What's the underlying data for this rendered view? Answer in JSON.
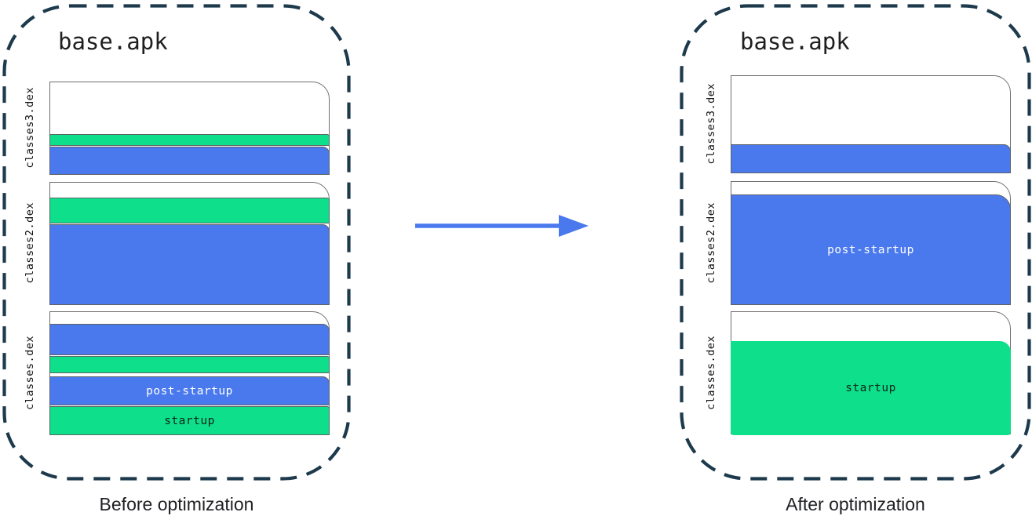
{
  "before": {
    "title": "base.apk",
    "caption": "Before optimization",
    "files": [
      {
        "name": "classes3.dex",
        "bands": [
          {
            "color": "#0ddf8a"
          },
          {
            "color": "#4a79ee"
          }
        ]
      },
      {
        "name": "classes2.dex",
        "bands": [
          {
            "color": "#0ddf8a"
          },
          {
            "color": "#4a79ee"
          }
        ]
      },
      {
        "name": "classes.dex",
        "bands": [
          {
            "color": "#4a79ee"
          },
          {
            "color": "#0ddf8a"
          },
          {
            "color": "#4a79ee",
            "label": "post-startup"
          },
          {
            "color": "#0ddf8a",
            "label": "startup"
          }
        ]
      }
    ]
  },
  "after": {
    "title": "base.apk",
    "caption": "After optimization",
    "files": [
      {
        "name": "classes3.dex",
        "bands": [
          {
            "color": "#4a79ee"
          }
        ]
      },
      {
        "name": "classes2.dex",
        "bands": [
          {
            "color": "#4a79ee",
            "label": "post-startup"
          }
        ]
      },
      {
        "name": "classes.dex",
        "bands": [
          {
            "color": "#0ddf8a",
            "label": "startup"
          }
        ]
      }
    ]
  },
  "colors": {
    "band_blue": "#4a79ee",
    "band_green": "#0ddf8a",
    "arrow_blue": "#4a79ee",
    "container_dash": "#1d3a4c",
    "sheet_border": "#6f6f6f"
  }
}
